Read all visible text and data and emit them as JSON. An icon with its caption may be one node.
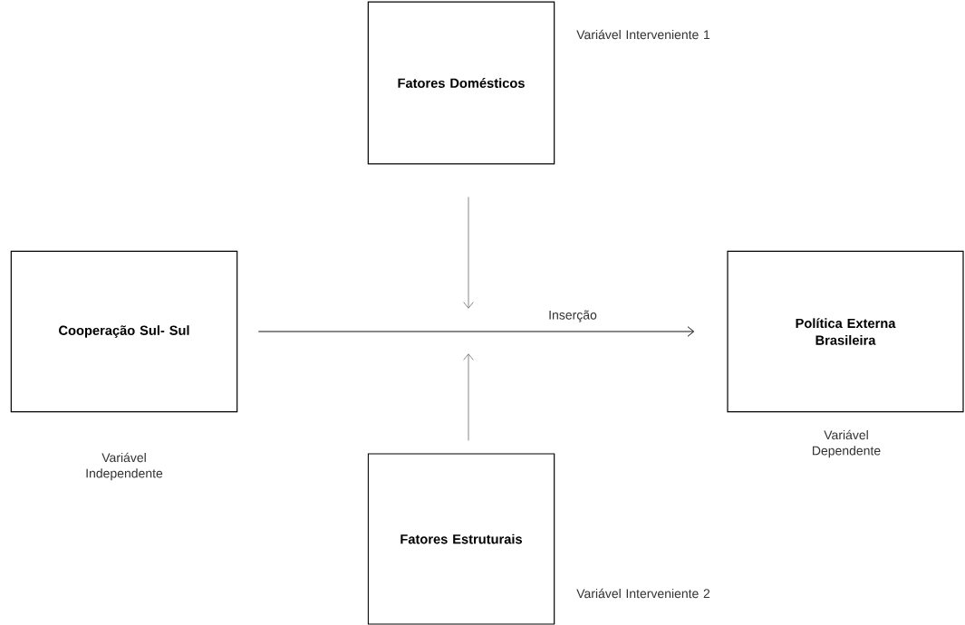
{
  "diagram": {
    "nodes": [
      {
        "text": [
          "Fatores Domésticos"
        ],
        "beside": [
          "Variável Interveniente 1"
        ]
      },
      {
        "text": [
          "Cooperação Sul- Sul"
        ],
        "beside": [
          "Variável Independente"
        ]
      },
      {
        "text": [
          "Política Externa Brasileira"
        ],
        "beside": [
          "Variável Dependente"
        ]
      },
      {
        "text": [
          "Fatores Estruturais"
        ],
        "beside": [
          "Variável Interveniente 2"
        ]
      }
    ],
    "edges": [
      {
        "from": 1,
        "to": 2,
        "arrow": "to",
        "label": "Inserção",
        "color": "#000000"
      },
      {
        "from": 0,
        "to": null,
        "arrow": "to",
        "color": "#808080"
      },
      {
        "from": 3,
        "to": null,
        "arrow": "to",
        "color": "#808080"
      }
    ]
  }
}
